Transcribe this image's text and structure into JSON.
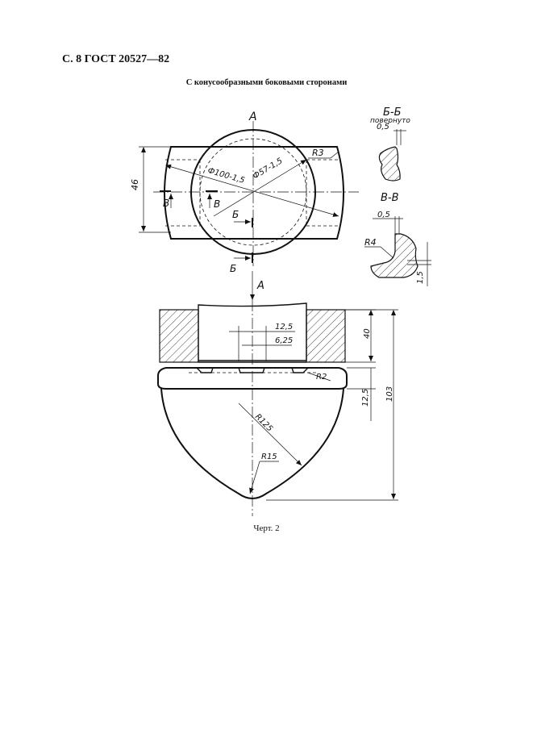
{
  "header": {
    "page_ref": "С. 8 ГОСТ 20527—82"
  },
  "subtitle": "С конусообразными боковыми сторонами",
  "caption": "Черт. 2",
  "top_view": {
    "view_label": "А",
    "dim_height": "46",
    "dim_outer_diameter": "Ф100-1,5",
    "dim_inner_diameter": "Ф57-1,5",
    "radius_corner": "R3",
    "section_left_label": "В",
    "section_right_label": "В",
    "section_b_label": "Б",
    "section_b_label_lower": "Б",
    "arrow_label": "А"
  },
  "section_bb": {
    "title": "Б-Б",
    "note": "повернуто",
    "dim": "0,5"
  },
  "section_vv": {
    "title": "В-В",
    "dim_top": "0,5",
    "radius": "R4",
    "dim_side": "1,5"
  },
  "front_view": {
    "dim_12_5_top": "12,5",
    "dim_6_25": "6,25",
    "dim_40": "40",
    "dim_103": "103",
    "dim_12_5_side": "12,5",
    "radius_r2": "R2",
    "radius_r125": "R125",
    "radius_r15": "R15"
  }
}
